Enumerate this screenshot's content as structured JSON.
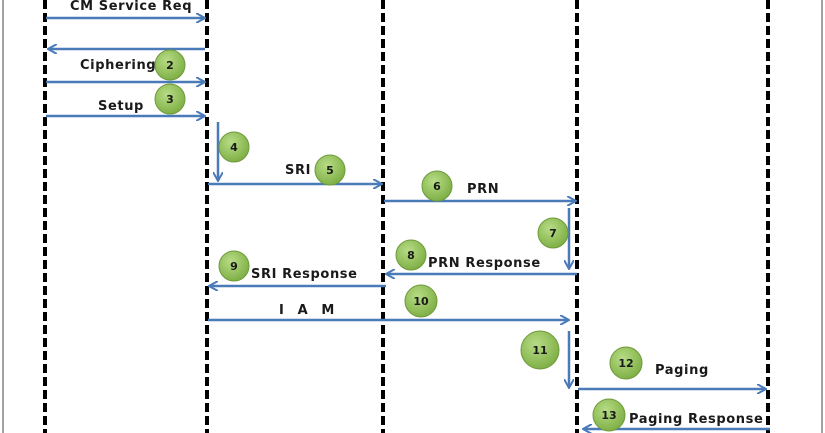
{
  "diagram": {
    "messages": [
      {
        "label": "CM Service Req"
      },
      {
        "label": "Ciphering"
      },
      {
        "label": "Setup"
      },
      {
        "label": "SRI"
      },
      {
        "label": "PRN"
      },
      {
        "label": "PRN Response"
      },
      {
        "label": "SRI Response"
      },
      {
        "label": "I A M"
      },
      {
        "label": "Paging"
      },
      {
        "label": "Paging Response"
      }
    ],
    "steps": [
      "2",
      "3",
      "4",
      "5",
      "6",
      "7",
      "8",
      "9",
      "10",
      "11",
      "12",
      "13"
    ],
    "colors": {
      "arrow": "#4a7ab8",
      "lifeline": "#000000",
      "badge_fill": "#92c45a",
      "badge_stroke": "#6f9a3c",
      "border": "#444444"
    }
  }
}
